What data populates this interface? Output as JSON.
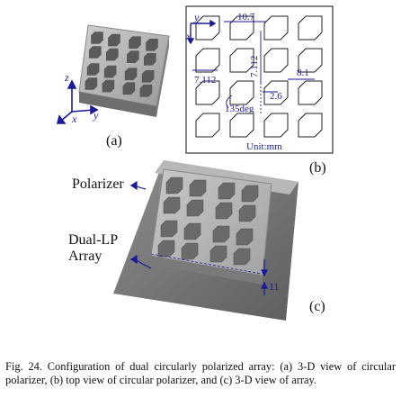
{
  "panels": {
    "a": {
      "label": "(a)",
      "axes": [
        "z",
        "x",
        "y"
      ]
    },
    "b": {
      "label": "(b)",
      "axes": [
        "y",
        "x"
      ],
      "dimensions": [
        "10.7",
        "7.112",
        "7.112",
        "8.1",
        "2.6",
        "135deg"
      ],
      "unit_note": "Unit:mm"
    },
    "c": {
      "label": "(c)",
      "callouts": [
        "Polarizer",
        "Dual-LP",
        "Array"
      ],
      "dimension": "11"
    }
  },
  "caption": "Fig. 24.   Configuration of dual circularly polarized array: (a) 3-D view of circular polarizer, (b) top view of circular polarizer, and (c) 3-D view of array.",
  "colors": {
    "annotation_blue": "#1a1a9a",
    "model_gray": "#a0a0a0"
  }
}
